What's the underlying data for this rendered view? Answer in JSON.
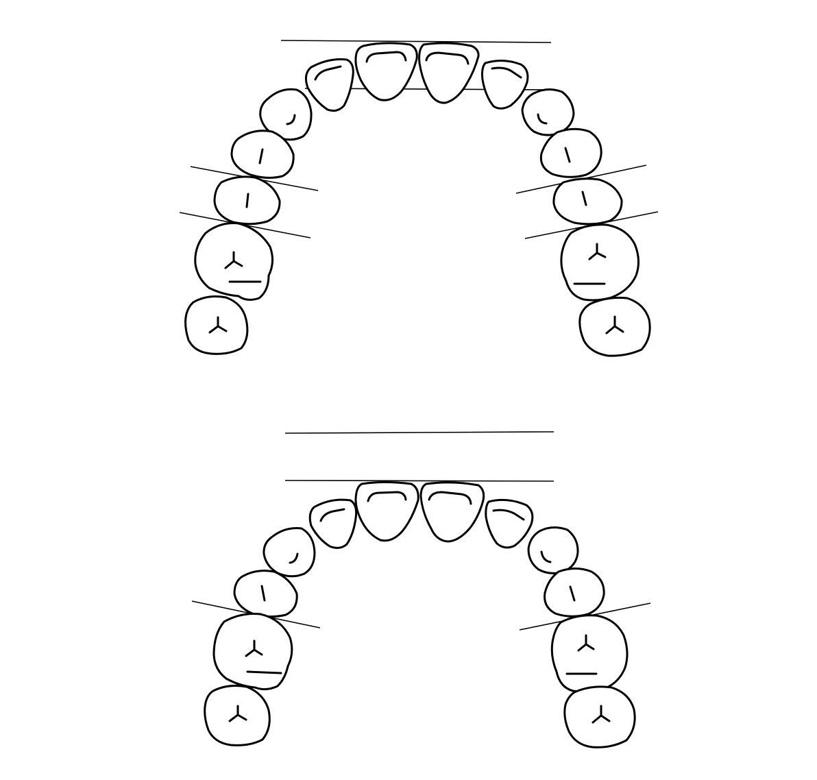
{
  "figure": {
    "kind": "dental arch line drawing",
    "line_color": "#000000",
    "background": "#ffffff",
    "panels": [
      {
        "id": "upper-panel",
        "tooth_count": 14,
        "horizontal_reference_lines": 2,
        "angled_reference_lines": 4
      },
      {
        "id": "lower-panel",
        "tooth_count": 12,
        "horizontal_reference_lines": 2,
        "angled_reference_lines": 2
      }
    ]
  }
}
